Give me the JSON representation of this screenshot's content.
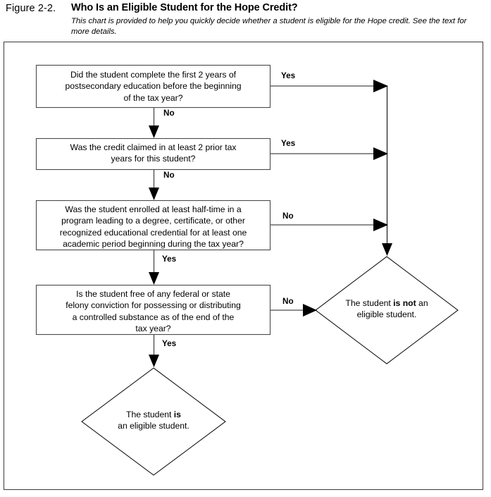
{
  "figure": {
    "label": "Figure 2-2.",
    "title": "Who Is an Eligible Student for the Hope Credit?",
    "subtitle": "This chart is provided to help you quickly decide whether a student is eligible for the Hope credit. See the text for more details."
  },
  "chart_data": {
    "type": "diagram",
    "diagram_kind": "flowchart",
    "title": "Who Is an Eligible Student for the Hope Credit?",
    "nodes": [
      {
        "id": "q1",
        "shape": "rectangle",
        "text": "Did the student complete the first 2 years of postsecondary education before the beginning of the tax year?"
      },
      {
        "id": "q2",
        "shape": "rectangle",
        "text": "Was the credit claimed in at least 2 prior tax years for this student?"
      },
      {
        "id": "q3",
        "shape": "rectangle",
        "text": "Was the student enrolled at least half-time in a program leading to a degree, certificate, or other recognized educational credential for at least one academic period beginning during the tax year?"
      },
      {
        "id": "q4",
        "shape": "rectangle",
        "text": "Is the student free of any federal or state felony conviction for possessing or distributing a controlled substance as of the end of the tax year?"
      },
      {
        "id": "not_eligible",
        "shape": "diamond",
        "text_prefix": "The student ",
        "text_bold": "is not",
        "text_suffix": " an",
        "text_line2": "eligible student."
      },
      {
        "id": "eligible",
        "shape": "diamond",
        "text_prefix": "The student ",
        "text_bold": "is",
        "text_suffix": "",
        "text_line2": "an eligible student."
      }
    ],
    "edges": [
      {
        "from": "q1",
        "to": "not_eligible",
        "label": "Yes",
        "direction": "right"
      },
      {
        "from": "q1",
        "to": "q2",
        "label": "No",
        "direction": "down"
      },
      {
        "from": "q2",
        "to": "not_eligible",
        "label": "Yes",
        "direction": "right"
      },
      {
        "from": "q2",
        "to": "q3",
        "label": "No",
        "direction": "down"
      },
      {
        "from": "q3",
        "to": "not_eligible",
        "label": "No",
        "direction": "right"
      },
      {
        "from": "q3",
        "to": "q4",
        "label": "Yes",
        "direction": "down"
      },
      {
        "from": "q4",
        "to": "not_eligible",
        "label": "No",
        "direction": "right"
      },
      {
        "from": "q4",
        "to": "eligible",
        "label": "Yes",
        "direction": "down"
      }
    ],
    "colors": {
      "box_stroke": "#4a4a4a",
      "diamond_stroke": "#1a1a1a",
      "connector": "#4a4a4a",
      "frame": "#3b3b3b",
      "background": "#ffffff",
      "text": "#000000"
    }
  },
  "boxes": {
    "q1_text": "Did the student complete the first 2 years of\npostsecondary education before the beginning\nof the tax year?",
    "q2_text": "Was the credit claimed in at least 2 prior tax\nyears for this student?",
    "q3_text": "Was the student enrolled at least half-time in a\nprogram leading to a degree, certificate, or other\nrecognized educational credential for at least one\nacademic period beginning during the tax year?",
    "q4_text": "Is the student free of any federal or state\nfelony conviction for possessing or distributing\na controlled substance as of the end of the\ntax year?"
  },
  "labels": {
    "yes_1": "Yes",
    "no_1": "No",
    "yes_2": "Yes",
    "no_2": "No",
    "no_3": "No",
    "yes_3": "Yes",
    "no_4": "No",
    "yes_4": "Yes"
  },
  "diamonds": {
    "not_eligible_pre": "The student ",
    "not_eligible_bold": "is not",
    "not_eligible_post": " an",
    "not_eligible_line2": "eligible student.",
    "eligible_pre": "The student ",
    "eligible_bold": "is",
    "eligible_line2": "an eligible student."
  }
}
